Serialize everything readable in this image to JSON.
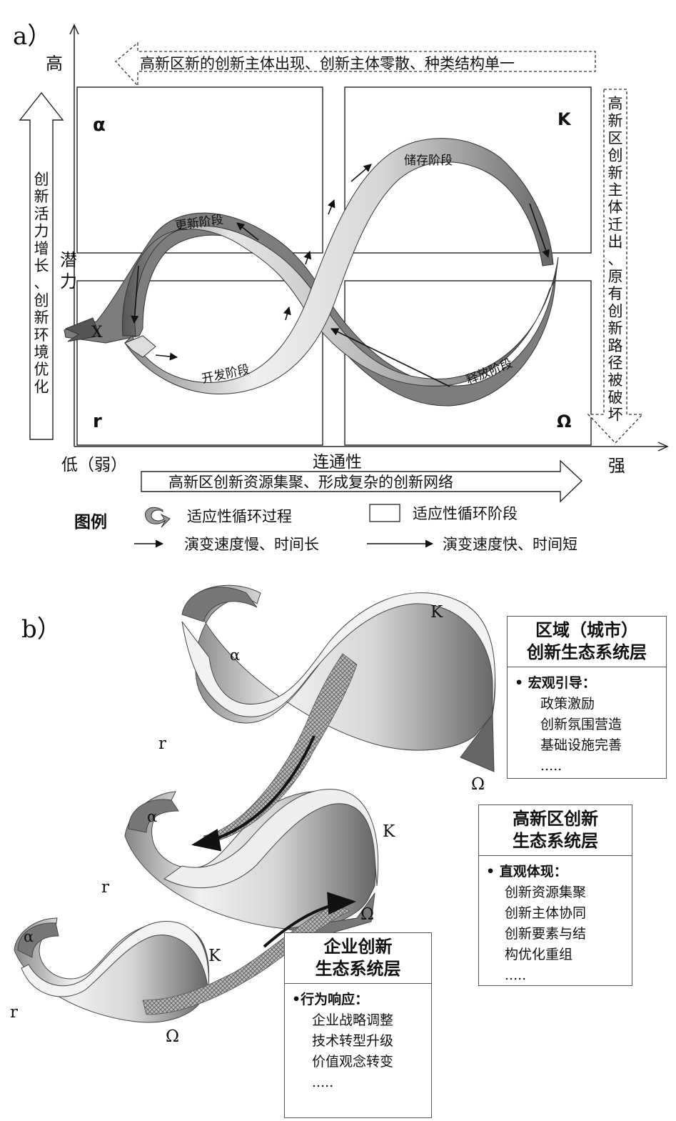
{
  "panel_a": {
    "panel_label": "a）",
    "y_high": "高",
    "y_axis_label": "潜力",
    "x_low": "低（弱）",
    "x_high": "强",
    "x_axis_label": "连通性",
    "top_arrow_text": "高新区新的创新主体出现、创新主体零散、种类结构单一",
    "left_arrow_text": "创新活力增长、创新环境优化",
    "right_arrow_text": "高新区创新主体迁出、原有创新路径被破坏",
    "bottom_arrow_text": "高新区创新资源集聚、形成复杂的创新网络",
    "quadrants": {
      "alpha": "α",
      "k": "K",
      "r": "r",
      "omega": "Ω"
    },
    "phases": {
      "renewal": "更新阶段",
      "storage": "储存阶段",
      "development": "开发阶段",
      "release": "释放阶段",
      "exit_mark": "X"
    },
    "legend": {
      "title": "图例",
      "cycle_process": "适应性循环过程",
      "cycle_stage": "适应性循环阶段",
      "slow": "演变速度慢、时间长",
      "fast": "演变速度快、时间短"
    }
  },
  "panel_b": {
    "panel_label": "b）",
    "loop_labels": {
      "top": {
        "alpha": "α",
        "k": "K",
        "r": "r",
        "omega": "Ω"
      },
      "middle": {
        "alpha": "α",
        "k": "K",
        "r": "r",
        "omega": "Ω"
      },
      "bottom": {
        "alpha": "α",
        "k": "K",
        "r": "r",
        "omega": "Ω"
      }
    },
    "boxes": {
      "regional": {
        "title_line1": "区域（城市）",
        "title_line2": "创新生态系统层",
        "lead": "• 宏观引导：",
        "items": [
          "政策激励",
          "创新氛围营造",
          "基础设施完善",
          "....."
        ]
      },
      "hightech": {
        "title_line1": "高新区创新",
        "title_line2": "生态系统层",
        "lead": "• 直观体现：",
        "items": [
          "创新资源集聚",
          "创新主体协同",
          "创新要素与结",
          "构优化重组",
          "....."
        ]
      },
      "enterprise": {
        "title_line1": "企业创新",
        "title_line2": "生态系统层",
        "lead": "•行为响应：",
        "items": [
          "企业战略调整",
          "技术转型升级",
          "价值观念转变",
          "....."
        ]
      }
    }
  }
}
